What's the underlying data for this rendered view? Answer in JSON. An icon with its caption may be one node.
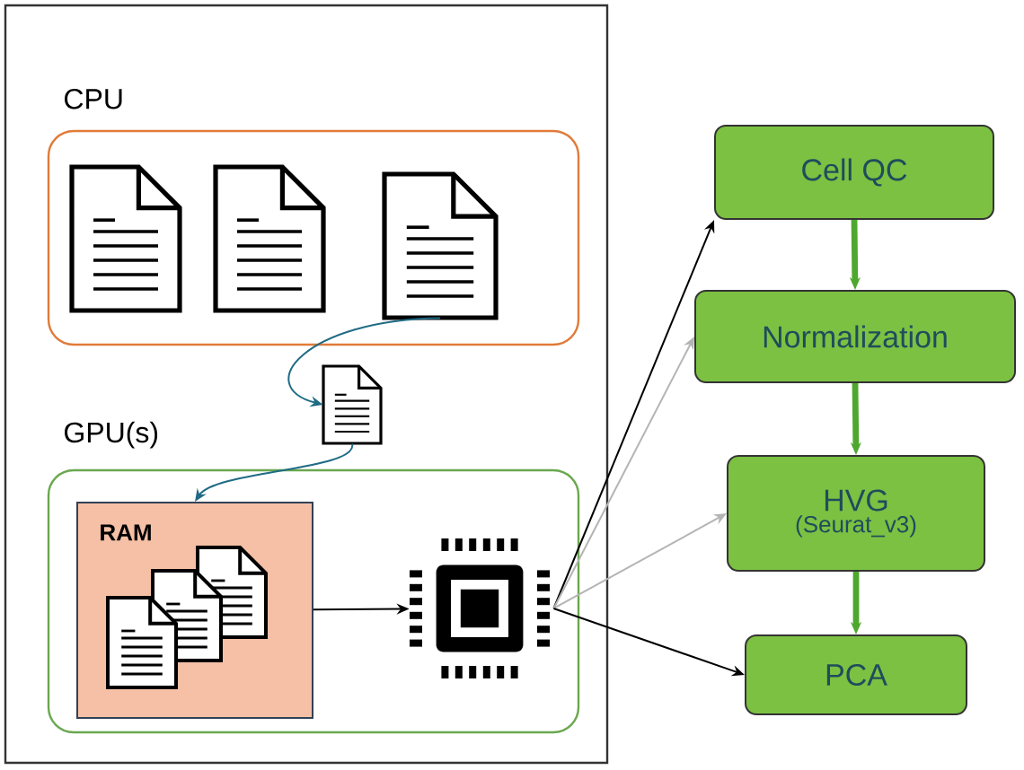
{
  "diagram": {
    "nodes": [
      {
        "text": [],
        "shape": "box"
      },
      {
        "text": [
          "CPU"
        ],
        "in": 0
      },
      {
        "text": [],
        "shape": "document",
        "in": 1
      },
      {
        "text": [],
        "shape": "document",
        "in": 1
      },
      {
        "text": [],
        "shape": "document",
        "in": 1
      },
      {
        "text": [],
        "shape": "document",
        "in": 0
      },
      {
        "text": [
          "GPU(s)"
        ],
        "in": 0
      },
      {
        "text": [
          "RAM"
        ],
        "in": 6
      },
      {
        "text": [],
        "shape": "chip",
        "in": 6
      },
      {
        "text": [
          "Cell QC"
        ]
      },
      {
        "text": [
          "Normalization"
        ]
      },
      {
        "text": [
          "HVG",
          "(Seurat_v3)"
        ]
      },
      {
        "text": [
          "PCA"
        ]
      }
    ],
    "edges": [
      {
        "from": 4,
        "to": 5,
        "arrow": "to",
        "color": "#1f6b85"
      },
      {
        "from": 5,
        "to": 7,
        "arrow": "to",
        "color": "#1f6b85"
      },
      {
        "from": 7,
        "to": 8,
        "arrow": "to"
      },
      {
        "from": 8,
        "to": 9,
        "arrow": "to"
      },
      {
        "from": 8,
        "to": 10,
        "arrow": "to",
        "color": "#b4b4b4"
      },
      {
        "from": 8,
        "to": 11,
        "arrow": "to",
        "color": "#b4b4b4"
      },
      {
        "from": 8,
        "to": 12,
        "arrow": "to"
      },
      {
        "from": 9,
        "to": 10,
        "arrow": "to",
        "style": "thick",
        "color": "#4ea72e"
      },
      {
        "from": 10,
        "to": 11,
        "arrow": "to",
        "style": "thick",
        "color": "#4ea72e"
      },
      {
        "from": 11,
        "to": 12,
        "arrow": "to",
        "style": "thick",
        "color": "#4ea72e"
      }
    ]
  }
}
